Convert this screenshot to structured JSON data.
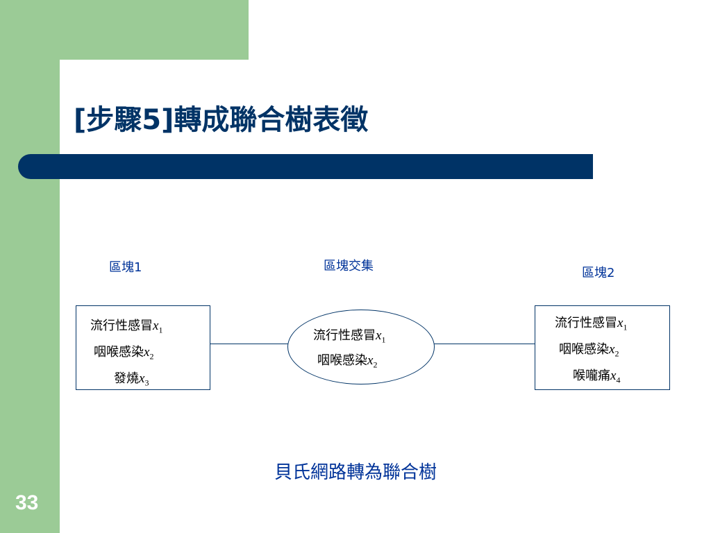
{
  "slide": {
    "title": "[步驟5]轉成聯合樹表徵",
    "number": "33"
  },
  "colors": {
    "frame_green": "#9bcb96",
    "title_navy": "#003366",
    "label_blue": "#003399"
  },
  "diagram": {
    "clique1": {
      "label": "區塊1",
      "vars": [
        {
          "name": "流行性感冒",
          "symbol": "x",
          "index": "1"
        },
        {
          "name": "咽喉感染",
          "symbol": "x",
          "index": "2"
        },
        {
          "name": "發燒",
          "symbol": "x",
          "index": "3"
        }
      ]
    },
    "separator": {
      "label": "區塊交集",
      "vars": [
        {
          "name": "流行性感冒",
          "symbol": "x",
          "index": "1"
        },
        {
          "name": "咽喉感染",
          "symbol": "x",
          "index": "2"
        }
      ]
    },
    "clique2": {
      "label": "區塊2",
      "vars": [
        {
          "name": "流行性感冒",
          "symbol": "x",
          "index": "1"
        },
        {
          "name": "咽喉感染",
          "symbol": "x",
          "index": "2"
        },
        {
          "name": "喉嚨痛",
          "symbol": "x",
          "index": "4"
        }
      ]
    },
    "caption": "貝氏網路轉為聯合樹"
  }
}
